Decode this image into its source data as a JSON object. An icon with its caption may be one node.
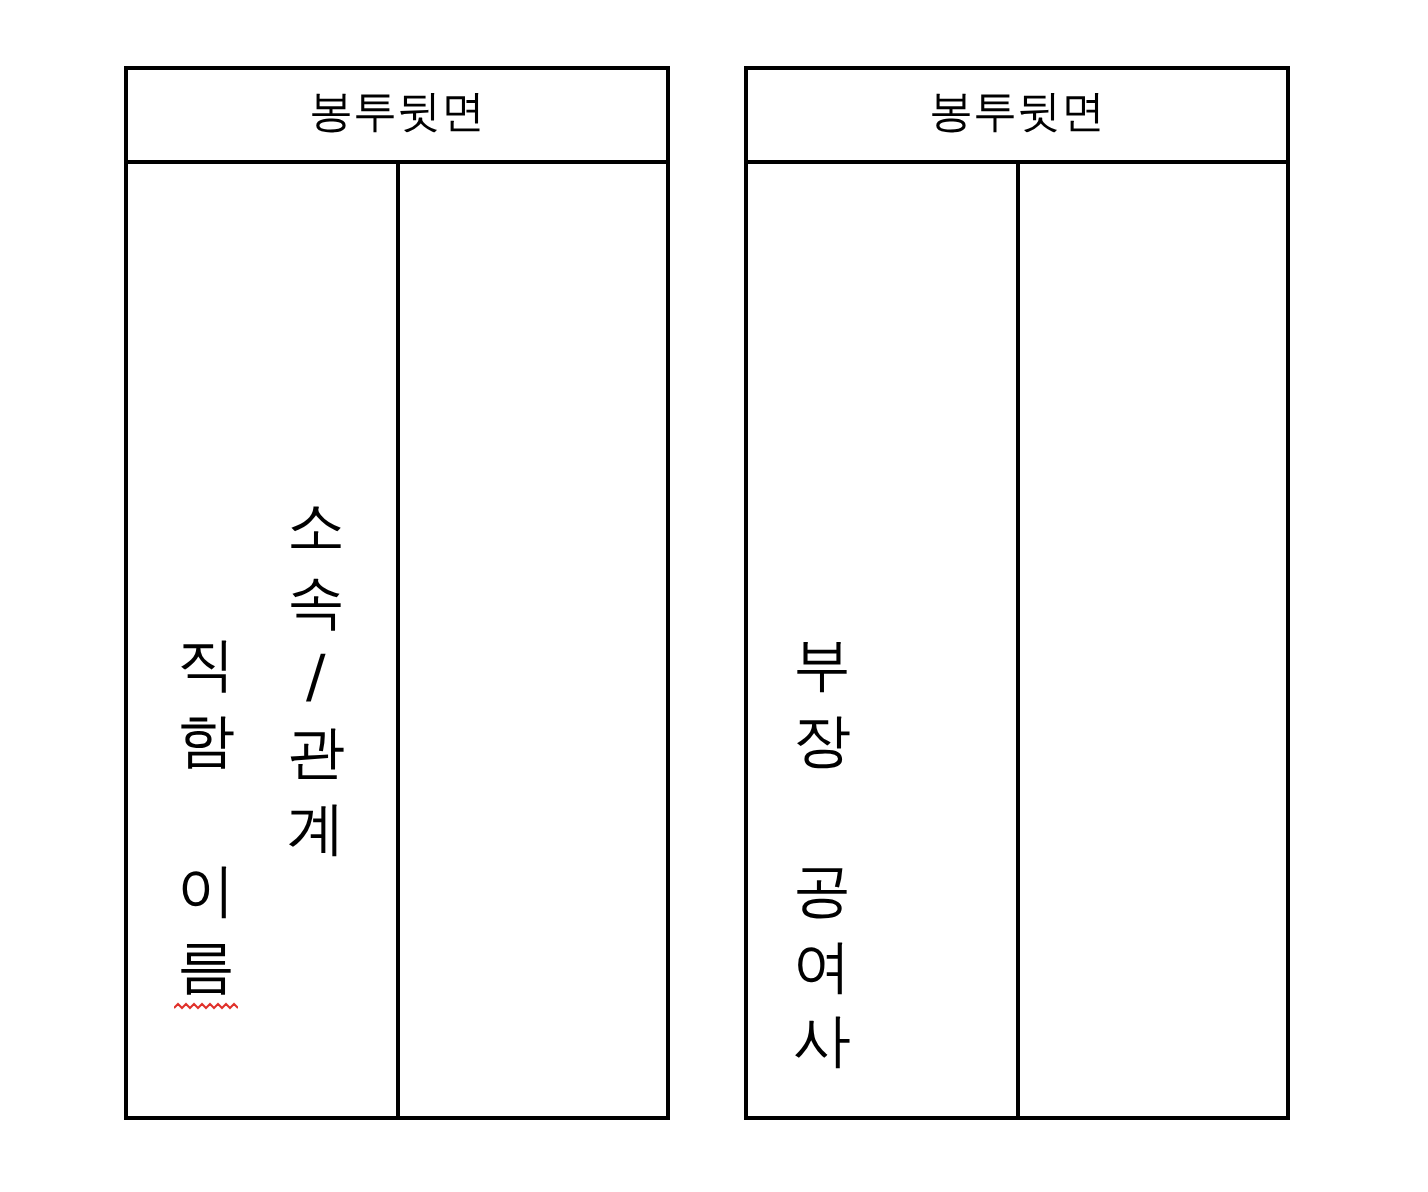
{
  "diagram": {
    "nodes": [
      {
        "text": [
          "봉투뒷면"
        ]
      },
      {
        "text": [
          "직함 이름",
          "소속/관계"
        ],
        "in": 0
      },
      {
        "text": [],
        "shape": "box",
        "in": 0
      },
      {
        "text": [
          "봉투뒷면"
        ]
      },
      {
        "text": [
          "부장 공여사"
        ],
        "in": 3
      },
      {
        "text": [],
        "shape": "box",
        "in": 3
      }
    ]
  }
}
